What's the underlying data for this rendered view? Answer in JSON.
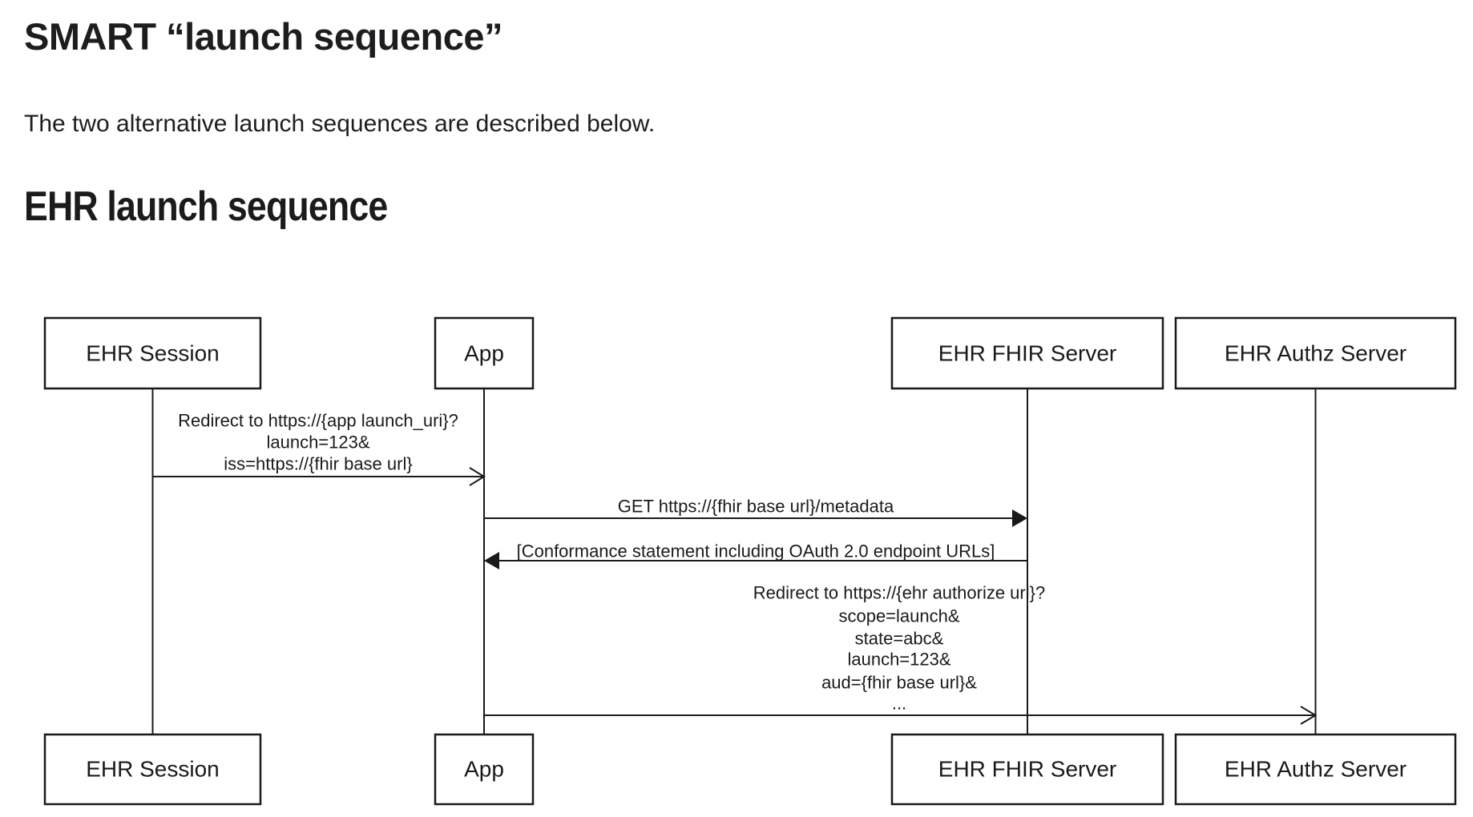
{
  "page": {
    "title": "SMART “launch sequence”",
    "intro": "The two alternative launch sequences are described below.",
    "section_heading": "EHR launch sequence"
  },
  "diagram": {
    "type": "uml-sequence-diagram",
    "actors": {
      "ehr_session": "EHR Session",
      "app": "App",
      "fhir_server": "EHR FHIR Server",
      "authz_server": "EHR Authz Server"
    },
    "messages": [
      {
        "from": "EHR Session",
        "to": "App",
        "arrow": "open",
        "lines": [
          "Redirect to https://{app launch_uri}?",
          "launch=123&",
          "iss=https://{fhir base url}"
        ]
      },
      {
        "from": "App",
        "to": "EHR FHIR Server",
        "arrow": "filled",
        "lines": [
          "GET https://{fhir base url}/metadata"
        ]
      },
      {
        "from": "EHR FHIR Server",
        "to": "App",
        "arrow": "filled",
        "lines": [
          "[Conformance statement including OAuth 2.0 endpoint URLs]"
        ]
      },
      {
        "from": "App",
        "to": "EHR Authz Server",
        "arrow": "open",
        "lines": [
          "Redirect to https://{ehr authorize url}?",
          "scope=launch&",
          "state=abc&",
          "launch=123&",
          "aud={fhir base url}&",
          "..."
        ]
      }
    ],
    "colors": {
      "stroke": "#1a1a1a",
      "text": "#1a1a1a",
      "background": "#ffffff"
    }
  }
}
